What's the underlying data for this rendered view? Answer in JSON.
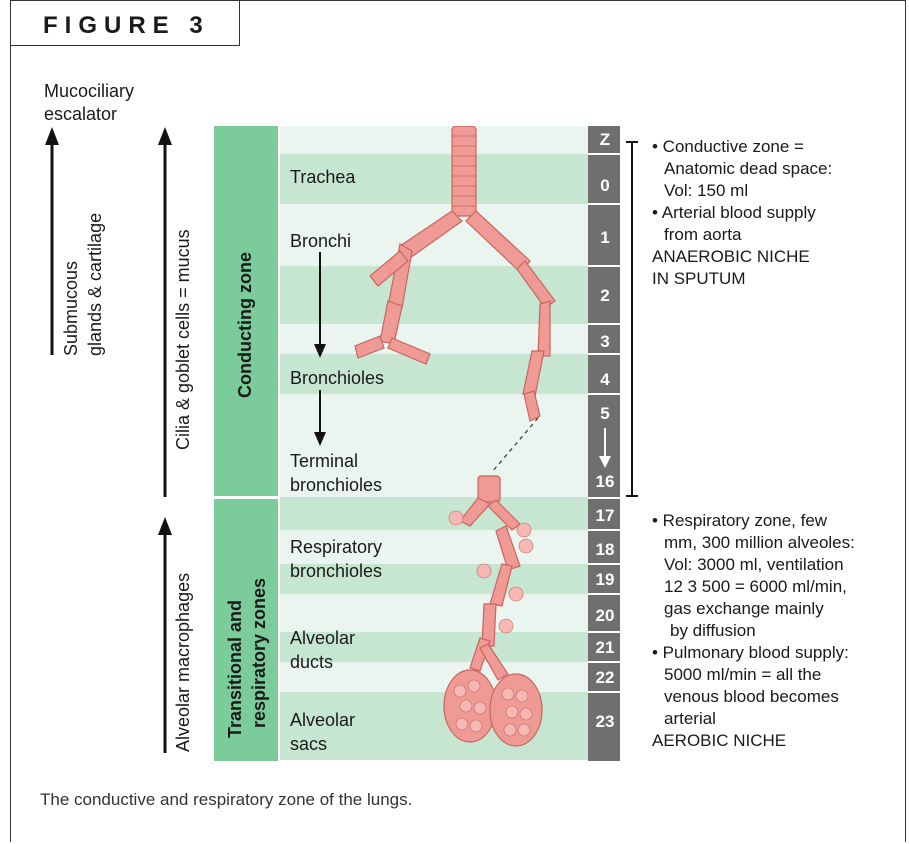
{
  "figure_label": "FIGURE 3",
  "left_annotations": {
    "escalator_title": "Mucociliary\nescalator",
    "submucous_line1": "Submucous",
    "submucous_line2": "glands & cartilage",
    "cilia": "Cilia & goblet cells = mucus",
    "macrophages": "Alveolar macrophages"
  },
  "zones": {
    "conducting": "Conducting zone",
    "transitional_line1": "Transitional and",
    "transitional_line2": "respiratory zones"
  },
  "labels": {
    "trachea": "Trachea",
    "bronchi": "Bronchi",
    "bronchioles": "Bronchioles",
    "terminal_line1": "Terminal",
    "terminal_line2": "bronchioles",
    "resp_line1": "Respiratory",
    "resp_line2": "bronchioles",
    "ducts_line1": "Alveolar",
    "ducts_line2": "ducts",
    "sacs_line1": "Alveolar",
    "sacs_line2": "sacs"
  },
  "generations": [
    "Z",
    "0",
    "1",
    "2",
    "3",
    "4",
    "5",
    "16",
    "17",
    "18",
    "19",
    "20",
    "21",
    "22",
    "23"
  ],
  "conducting_notes": [
    "• Conductive zone =",
    "Anatomic dead space:",
    "Vol: 150 ml",
    "• Arterial blood supply",
    "from aorta",
    "ANAEROBIC NICHE",
    "IN SPUTUM"
  ],
  "respiratory_notes": [
    "• Respiratory zone, few",
    "mm, 300 million alveoles:",
    "Vol: 3000 ml, ventilation",
    "12 3 500 = 6000 ml/min,",
    "gas exchange mainly",
    "by diffusion",
    "• Pulmonary blood supply:",
    "5000 ml/min = all the",
    "venous blood becomes",
    "arterial",
    "AEROBIC NICHE"
  ],
  "caption": "The conductive and respiratory zone of the lungs.",
  "colors": {
    "zone_green": "#7ccb9b",
    "band_light": "#e9f5ee",
    "band_mid": "#c6e6d2",
    "gray": "#6f6f70",
    "airway": "#e88a86"
  }
}
